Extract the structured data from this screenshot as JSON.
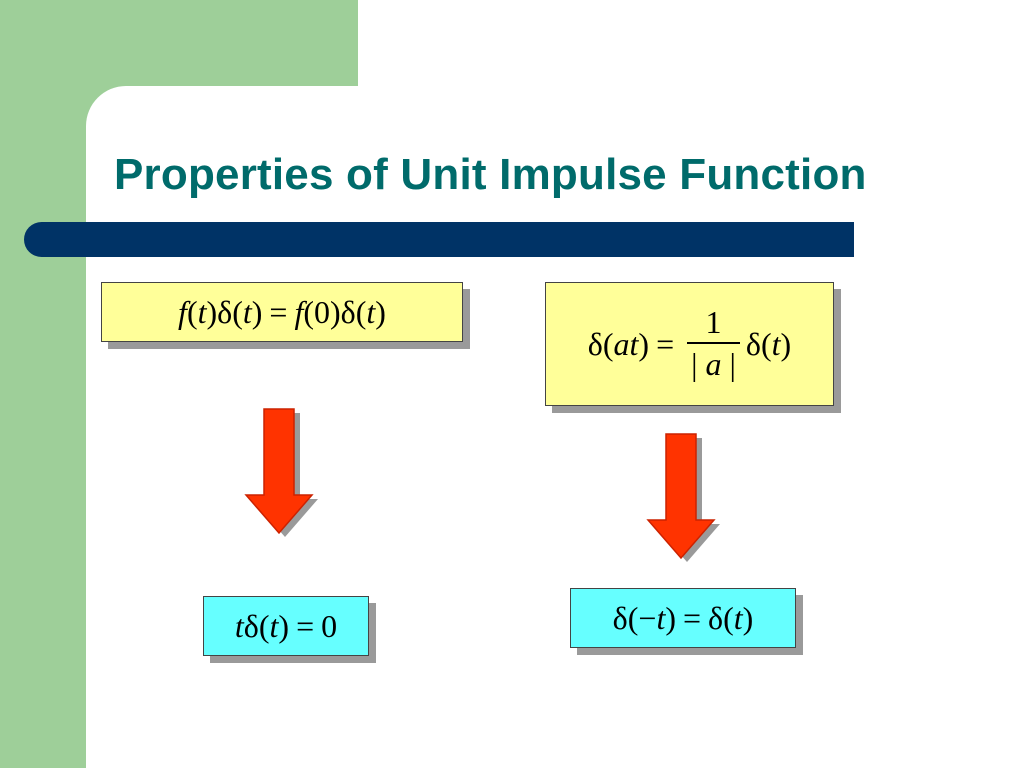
{
  "title": "Properties of Unit Impulse Function",
  "colors": {
    "background_green": "#9ecf99",
    "title_text": "#006b6b",
    "title_bar": "#003366",
    "box_yellow": "#ffff99",
    "box_cyan": "#66ffff",
    "arrow_fill": "#ff3300",
    "arrow_outline": "#cc2200"
  },
  "equations": {
    "eq1": {
      "f1": "f",
      "lp1": " (",
      "t1": "t",
      "rp1": ")",
      "d1": "δ",
      "lp2": "(",
      "t2": "t",
      "rp2": ")",
      "eq": "=",
      "f2": "f",
      "arg0": " (0)",
      "d2": "δ",
      "lp3": "(",
      "t3": "t",
      "rp3": ")"
    },
    "eq2": {
      "d1": "δ",
      "lp1": "(",
      "a": "a",
      "t1": "t",
      "rp1": ")",
      "eq": "=",
      "num": "1",
      "bar_l": "| ",
      "den_a": "a",
      "bar_r": " |",
      "d2": "δ",
      "lp2": "(",
      "t2": "t",
      "rp2": ")"
    },
    "eq3": {
      "t0": "t",
      "d": "δ",
      "lp": "(",
      "t1": "t",
      "rp": ")",
      "eq": "=",
      "zero": "0"
    },
    "eq4": {
      "d1": "δ",
      "lp1": "(",
      "minus": "−",
      "t1": "t",
      "rp1": ")",
      "eq": "=",
      "d2": "δ",
      "lp2": "(",
      "t2": "t",
      "rp2": ")"
    }
  },
  "icons": [
    "down-arrow-icon",
    "down-arrow-icon"
  ]
}
